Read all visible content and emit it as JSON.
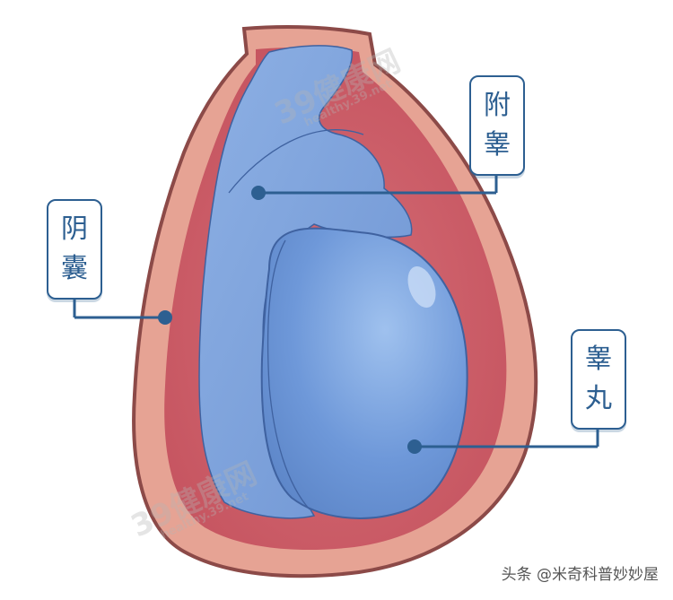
{
  "labels": {
    "epididymis": [
      "附",
      "睾"
    ],
    "scrotum": [
      "阴",
      "囊"
    ],
    "testis": [
      "睾",
      "丸"
    ]
  },
  "watermark": {
    "main": "39健康网",
    "sub": "healthy.39.net"
  },
  "credit": "头条 @米奇科普妙妙屋",
  "colors": {
    "outer_skin": "#e6a394",
    "outer_outline": "#8c4a48",
    "inner_layer": "#c95a66",
    "epididymis_blue": "#7ea4dc",
    "testis_blue": "#6d97d8",
    "label_blue": "#2d5f91"
  }
}
